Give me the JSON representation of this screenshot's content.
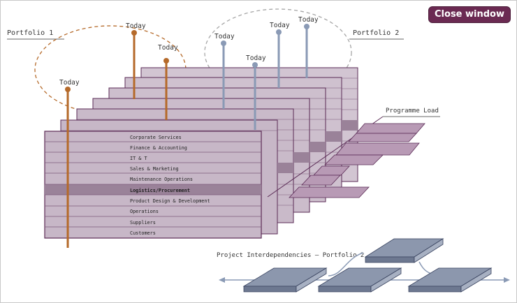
{
  "window": {
    "close_label": "Close window"
  },
  "portfolios": [
    {
      "label": "Portfolio 1"
    },
    {
      "label": "Portfolio 2"
    }
  ],
  "today_markers": [
    {
      "label": "Today",
      "group": "portfolio-1"
    },
    {
      "label": "Today",
      "group": "portfolio-1"
    },
    {
      "label": "Today",
      "group": "portfolio-1"
    },
    {
      "label": "Today",
      "group": "portfolio-2"
    },
    {
      "label": "Today",
      "group": "portfolio-2"
    },
    {
      "label": "Today",
      "group": "portfolio-2"
    },
    {
      "label": "Today",
      "group": "portfolio-2"
    }
  ],
  "rows": [
    {
      "label": "Corporate Services",
      "highlight": false
    },
    {
      "label": "Finance & Accounting",
      "highlight": false
    },
    {
      "label": "IT & T",
      "highlight": false
    },
    {
      "label": "Sales & Marketing",
      "highlight": false
    },
    {
      "label": "Maintenance Operations",
      "highlight": false
    },
    {
      "label": "Logistics/Procurement",
      "highlight": true
    },
    {
      "label": "Product Design & Development",
      "highlight": false
    },
    {
      "label": "Operations",
      "highlight": false
    },
    {
      "label": "Suppliers",
      "highlight": false
    },
    {
      "label": "Customers",
      "highlight": false
    }
  ],
  "programme_load": {
    "label": "Programme Load"
  },
  "interdependencies": {
    "label": "Project Interdependencies – Portfolio 2"
  },
  "colors": {
    "portfolio1": "#b56a2a",
    "portfolio2": "#8a9ab5",
    "sheet_fill": "#cbbccb",
    "sheet_border": "#5a2a55",
    "highlight_row": "#9a8299",
    "project_block": "#8c97ad",
    "load_block": "#b89ab5"
  }
}
